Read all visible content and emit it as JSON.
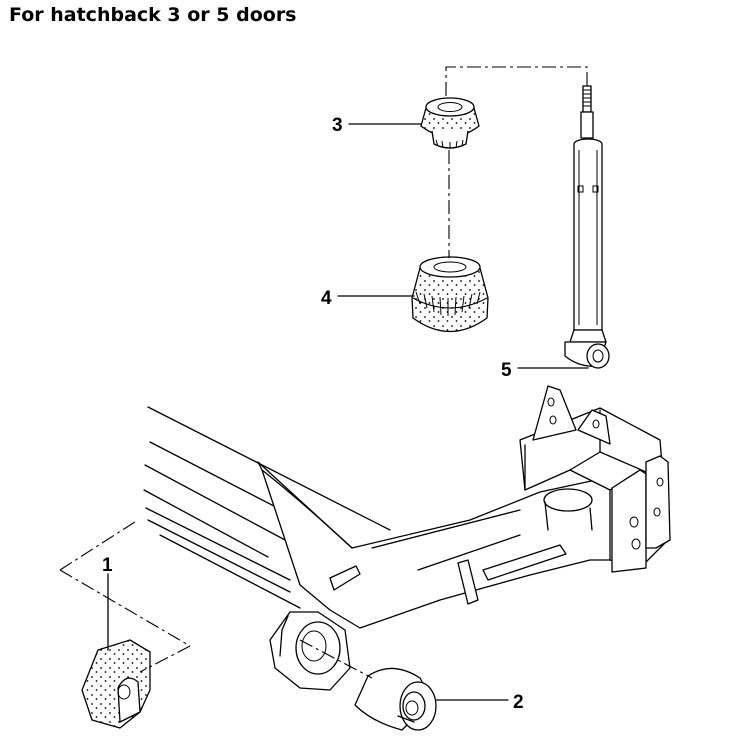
{
  "title": "For hatchback 3 or 5 doors",
  "callouts": [
    {
      "id": "1",
      "label": "1",
      "part": "bushing-half-shell"
    },
    {
      "id": "2",
      "label": "2",
      "part": "axle-mounting-bush"
    },
    {
      "id": "3",
      "label": "3",
      "part": "upper-stop-buffer"
    },
    {
      "id": "4",
      "label": "4",
      "part": "lower-bump-stop"
    },
    {
      "id": "5",
      "label": "5",
      "part": "shock-absorber"
    }
  ]
}
